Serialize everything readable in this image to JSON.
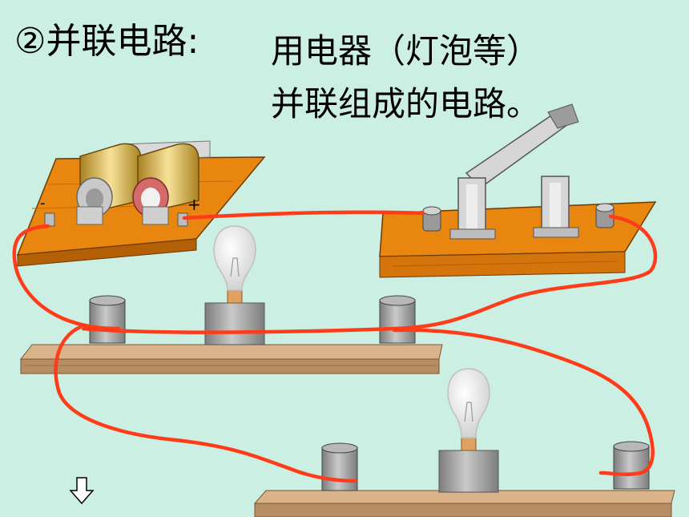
{
  "heading": {
    "title": "②并联电路:",
    "definition_line1": "用电器（灯泡等）",
    "definition_line2": "并联组成的电路。"
  },
  "battery": {
    "minus_label": "-",
    "plus_label": "+"
  },
  "colors": {
    "background": "#ccefe3",
    "board": "#e8860f",
    "shelf": "#b78d63",
    "wire": "#ff3c1a",
    "socket": "#a8a8a8"
  },
  "icons": [
    "down-arrow-icon",
    "light-bulb-icon",
    "knife-switch-icon",
    "battery-icon"
  ]
}
